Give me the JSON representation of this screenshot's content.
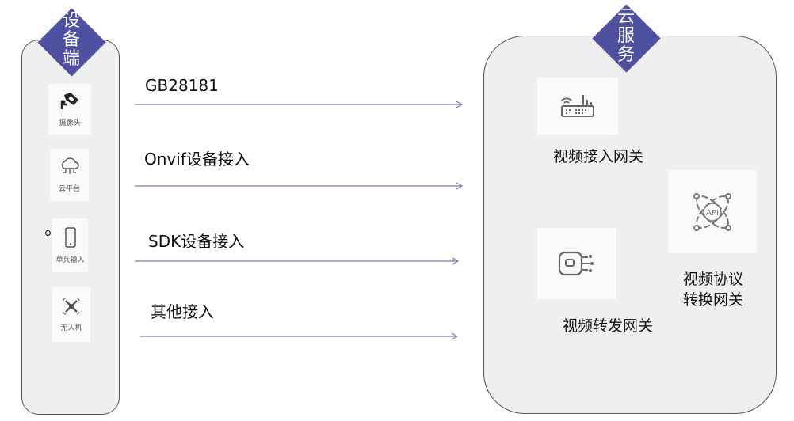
{
  "device_side": {
    "title_chars": [
      "设",
      "备",
      "端"
    ],
    "devices": [
      {
        "label": "摄像头",
        "icon": "camera-icon"
      },
      {
        "label": "云平台",
        "icon": "cloud-platform-icon"
      },
      {
        "label": "单兵输入",
        "icon": "mobile-phone-icon"
      },
      {
        "label": "无人机",
        "icon": "drone-icon"
      }
    ]
  },
  "connections": [
    {
      "label": "GB28181"
    },
    {
      "label": "Onvif设备接入"
    },
    {
      "label": "SDK设备接入"
    },
    {
      "label": "其他接入"
    }
  ],
  "cloud_side": {
    "title_chars": [
      "云",
      "服",
      "务"
    ],
    "access_gateway": {
      "label": "视频接入网关",
      "icon": "router-icon"
    },
    "protocol_gateway": {
      "label_line1": "视频协议",
      "label_line2": "转换网关",
      "icon": "api-icon"
    },
    "forward_gateway": {
      "label": "视频转发网关",
      "icon": "forward-device-icon"
    }
  },
  "colors": {
    "accent": "#4f51a0",
    "arrow": "#7a78b0",
    "panel": "#efefef"
  }
}
